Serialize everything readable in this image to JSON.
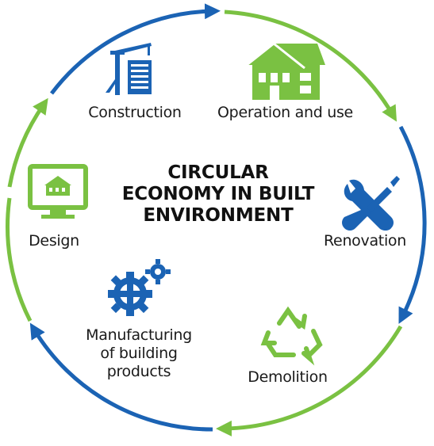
{
  "title_lines": [
    "CIRCULAR",
    "ECONOMY IN BUILT",
    "ENVIRONMENT"
  ],
  "stages": {
    "construction": {
      "label": "Construction",
      "icon": "crane-building-icon"
    },
    "operation": {
      "label": "Operation and use",
      "icon": "house-icon"
    },
    "renovation": {
      "label": "Renovation",
      "icon": "wrench-screwdriver-icon"
    },
    "demolition": {
      "label": "Demolition",
      "icon": "recycle-icon"
    },
    "manufacturing": {
      "label_lines": [
        "Manufacturing",
        "of building",
        "products"
      ],
      "icon": "gears-icon"
    },
    "design": {
      "label": "Design",
      "icon": "monitor-house-icon"
    }
  },
  "colors": {
    "blue": "#1b63b4",
    "green": "#7ac142",
    "text": "#1a1a1a"
  }
}
